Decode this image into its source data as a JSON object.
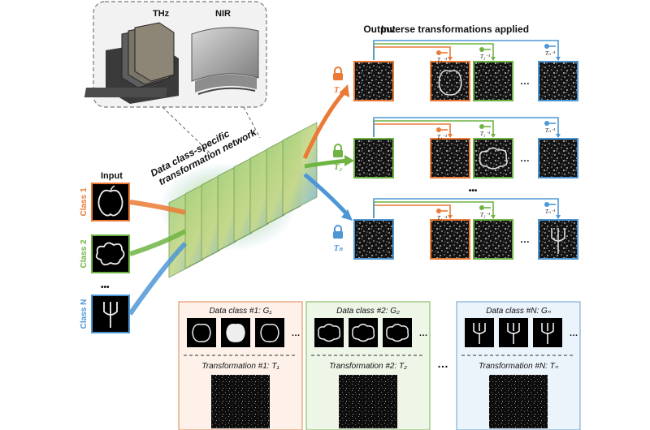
{
  "hardware": {
    "thz_label": "THz",
    "nir_label": "NIR"
  },
  "network": {
    "label_line1": "Data class-specific",
    "label_line2": "transformation network"
  },
  "input": {
    "title": "Input",
    "class_labels": [
      "Class 1",
      "Class 2",
      "Class N"
    ],
    "ellipsis": "•••"
  },
  "output": {
    "title": "Output",
    "inverse_title": "Inverse transformations applied",
    "transforms": [
      "T₁",
      "T₂",
      "Tₙ"
    ],
    "key_labels": [
      "T₁⁻¹",
      "T₂⁻¹",
      "Tₙ⁻¹"
    ],
    "row_ellipsis": "…",
    "col_ellipsis": "•••"
  },
  "panels": [
    {
      "class_label": "Data class #1:",
      "class_symbol": "G₁",
      "transform_label": "Transformation #1:",
      "transform_symbol": "T₁",
      "bg": "#fdf1ea",
      "border": "#e39a6c"
    },
    {
      "class_label": "Data class #2:",
      "class_symbol": "G₂",
      "transform_label": "Transformation #2:",
      "transform_symbol": "T₂",
      "bg": "#eef6e8",
      "border": "#8cc26a"
    },
    {
      "class_label": "Data class #N:",
      "class_symbol": "Gₙ",
      "transform_label": "Transformation #N:",
      "transform_symbol": "Tₙ",
      "bg": "#ebf3fb",
      "border": "#7fb0dc"
    }
  ],
  "panel_ellipsis": "…",
  "panel_between": "…",
  "colors": {
    "class1": "#ea7a35",
    "class2": "#6fb443",
    "classN": "#4d97d6"
  }
}
